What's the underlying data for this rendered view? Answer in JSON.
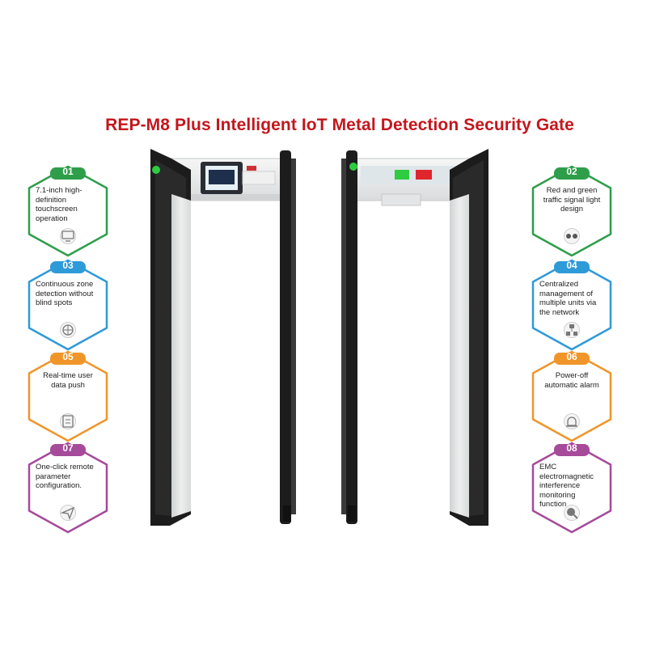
{
  "title": "REP-M8 Plus Intelligent IoT Metal Detection Security Gate",
  "colors": {
    "title": "#c4161c",
    "green": "#2e9e4a",
    "blue": "#2f9ad8",
    "orange": "#f0952a",
    "purple": "#a64a9a"
  },
  "features": [
    {
      "num": "01",
      "text": "7.1-inch high-definition touchscreen operation",
      "icon": "monitor-icon",
      "color": "green"
    },
    {
      "num": "02",
      "text": "Red and green traffic signal light design",
      "icon": "traffic-light-icon",
      "color": "green"
    },
    {
      "num": "03",
      "text": "Continuous zone detection without blind spots",
      "icon": "zone-scan-icon",
      "color": "blue"
    },
    {
      "num": "04",
      "text": "Centralized management of multiple units via the network",
      "icon": "network-icon",
      "color": "blue"
    },
    {
      "num": "05",
      "text": "Real-time user data push",
      "icon": "document-icon",
      "color": "orange"
    },
    {
      "num": "06",
      "text": "Power-off automatic alarm",
      "icon": "alarm-icon",
      "color": "orange"
    },
    {
      "num": "07",
      "text": "One-click remote parameter configuration.",
      "icon": "send-icon",
      "color": "purple"
    },
    {
      "num": "08",
      "text": "EMC electromagnetic interference monitoring function",
      "icon": "interference-icon",
      "color": "purple"
    }
  ]
}
